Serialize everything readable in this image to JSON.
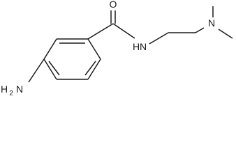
{
  "molecule": {
    "atoms": {
      "oxygen": "O",
      "amide_nitrogen": "N",
      "amide_hydrogen": "H",
      "amine_nitrogen": "N",
      "aniline_hydrogen": "H",
      "aniline_hydrogen_count": "2",
      "aniline_nitrogen": "N"
    }
  }
}
